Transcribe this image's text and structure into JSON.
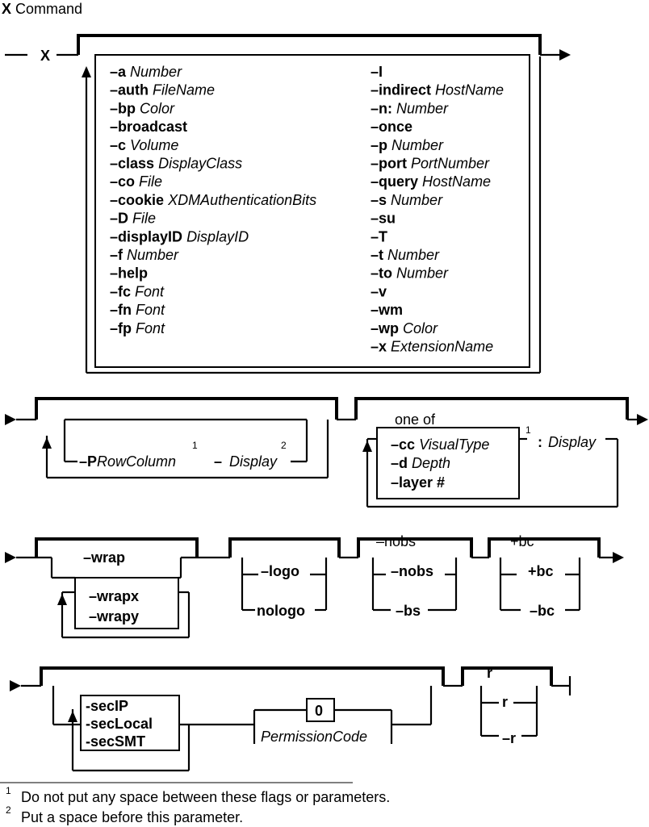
{
  "title": {
    "name": "X",
    "rest": " Command"
  },
  "command": "X",
  "group1": {
    "left": [
      {
        "flag": "–a",
        "param": "Number"
      },
      {
        "flag": "–auth",
        "param": "FileName"
      },
      {
        "flag": "–bp",
        "param": "Color"
      },
      {
        "flag": "–broadcast",
        "param": ""
      },
      {
        "flag": "–c",
        "param": "Volume"
      },
      {
        "flag": "–class",
        "param": "DisplayClass"
      },
      {
        "flag": "–co",
        "param": "File"
      },
      {
        "flag": "–cookie",
        "param": "XDMAuthenticationBits"
      },
      {
        "flag": "–D",
        "param": "File"
      },
      {
        "flag": "–displayID",
        "param": "DisplayID"
      },
      {
        "flag": "–f",
        "param": "Number"
      },
      {
        "flag": "–help",
        "param": ""
      },
      {
        "flag": "–fc",
        "param": "Font"
      },
      {
        "flag": "–fn",
        "param": "Font"
      },
      {
        "flag": "–fp",
        "param": "Font"
      }
    ],
    "right": [
      {
        "flag": "–I",
        "param": ""
      },
      {
        "flag": "–indirect",
        "param": "HostName"
      },
      {
        "flag": "–n:",
        "param": "Number"
      },
      {
        "flag": "–once",
        "param": ""
      },
      {
        "flag": "–p",
        "param": "Number"
      },
      {
        "flag": "–port",
        "param": "PortNumber"
      },
      {
        "flag": "–query",
        "param": "HostName"
      },
      {
        "flag": "–s",
        "param": "Number"
      },
      {
        "flag": "–su",
        "param": ""
      },
      {
        "flag": "–T",
        "param": ""
      },
      {
        "flag": "–t",
        "param": "Number"
      },
      {
        "flag": "–to",
        "param": "Number"
      },
      {
        "flag": "–v",
        "param": ""
      },
      {
        "flag": "–wm",
        "param": ""
      },
      {
        "flag": "–wp",
        "param": "Color"
      },
      {
        "flag": "–x",
        "param": "ExtensionName"
      }
    ]
  },
  "row2": {
    "p_flag": "–P",
    "p_param": "RowColumn",
    "p_sup": "1",
    "dash": "–",
    "display_param": "Display",
    "display_sup": "2",
    "one_of": "one of",
    "choices": [
      "–cc",
      "–d",
      "–layer #"
    ],
    "choice_params": [
      "VisualType",
      "Depth",
      ""
    ],
    "sup": "1",
    "colon": ":",
    "display": "Display"
  },
  "row3": {
    "wrap": "–wrap",
    "wrapx": "–wrapx",
    "wrapy": "–wrapy",
    "logo": "–logo",
    "nologo": "nologo",
    "nobs_default": "–nobs",
    "nobs": "–nobs",
    "bs": "–bs",
    "bc_default": "+bc",
    "bc_plus": "+bc",
    "bc_minus": "–bc"
  },
  "row4": {
    "sec": [
      "-secIP",
      "-secLocal",
      "-secSMT"
    ],
    "zero": "0",
    "perm": "PermissionCode",
    "r_default": "r",
    "r": "r",
    "r_minus": "–r"
  },
  "footnotes": [
    {
      "num": "1",
      "text": "Do not put any space between these flags or parameters."
    },
    {
      "num": "2",
      "text": "Put a space before this parameter."
    }
  ]
}
